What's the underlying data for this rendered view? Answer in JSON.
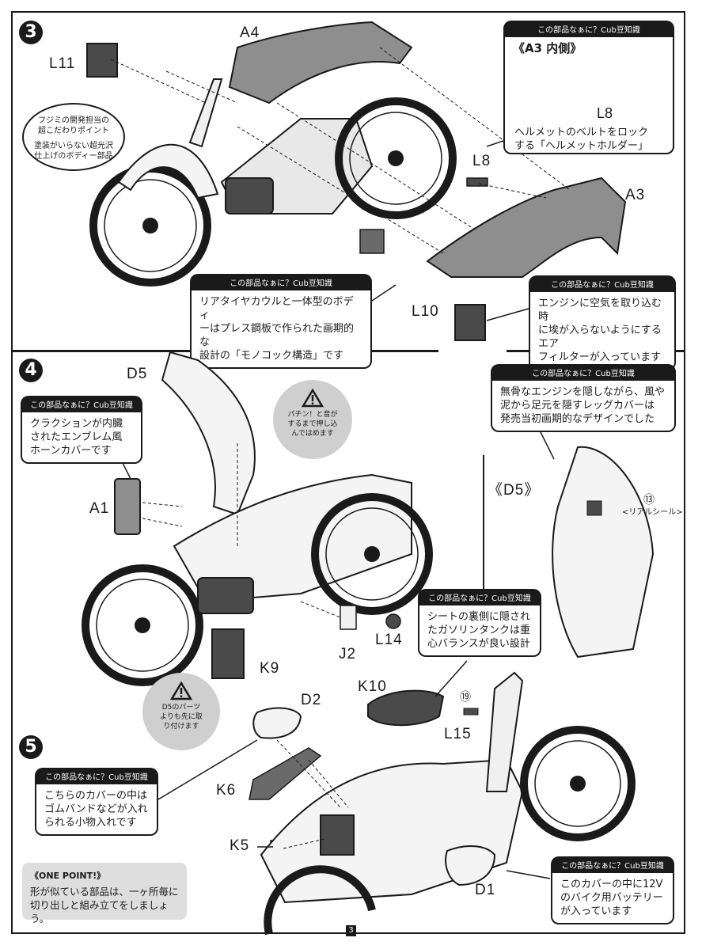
{
  "page_number": "3",
  "step3": {
    "number": "3",
    "labels": {
      "a4": "A4",
      "l11": "L11",
      "l8": "L8",
      "a3": "A3",
      "l10": "L10"
    },
    "note": {
      "line1": "フジミの開発担当の",
      "line2": "超こだわりポイント",
      "line3": "塗装がいらない超光沢",
      "line4": "仕上げのボディー部品"
    },
    "callout_a3": {
      "header": "この部品なぁに？Cub豆知識",
      "title": "《A3 内側》",
      "part": "L8",
      "line1": "ヘルメットのベルトをロック",
      "line2": "する「ヘルメットホルダー」"
    },
    "callout_monocoque": {
      "header": "この部品なぁに？Cub豆知識",
      "line1": "リアタイヤカウルと一体型のボディ",
      "line2": "ーはプレス鋼板で作られた画期的な",
      "line3": "設計の「モノコック構造」です"
    },
    "callout_filter": {
      "header": "この部品なぁに？Cub豆知識",
      "line1": "エンジンに空気を取り込む時",
      "line2": "に埃が入らないようにするエア",
      "line3": "フィルターが入っています"
    }
  },
  "step4": {
    "number": "4",
    "labels": {
      "d5": "D5",
      "a1": "A1",
      "l14": "L14",
      "j2": "J2",
      "k9": "K9",
      "k10": "K10",
      "l15": "L15",
      "d5_detail": "《D5》"
    },
    "warn_top": {
      "line1": "パチン！と音が",
      "line2": "するまで押し込",
      "line3": "んではめます"
    },
    "warn_bottom": {
      "line1": "D5のパーツ",
      "line2": "よりも先に取",
      "line3": "り付けます"
    },
    "seal": {
      "num": "⑬",
      "text": "<リアルシール>"
    },
    "screw": "⑲",
    "callout_horn": {
      "header": "この部品なぁに？Cub豆知識",
      "line1": "クラクションが内臓",
      "line2": "されたエンブレム風",
      "line3": "ホーンカバーです"
    },
    "callout_legcover": {
      "header": "この部品なぁに？Cub豆知識",
      "line1": "無骨なエンジンを隠しながら、風や",
      "line2": "泥から足元を隠すレッグカバーは",
      "line3": "発売当初画期的なデザインでした"
    },
    "callout_tank": {
      "header": "この部品なぁに？Cub豆知識",
      "line1": "シートの裏側に隠され",
      "line2": "たガソリンタンクは重",
      "line3": "心バランスが良い設計"
    }
  },
  "step5": {
    "number": "5",
    "labels": {
      "d2": "D2",
      "k6": "K6",
      "k5": "K5",
      "d1": "D1"
    },
    "callout_box": {
      "header": "この部品なぁに？Cub豆知識",
      "line1": "こちらのカバーの中は",
      "line2": "ゴムバンドなどが入れ",
      "line3": "られる小物入れです"
    },
    "callout_battery": {
      "header": "この部品なぁに？Cub豆知識",
      "line1": "このカバーの中に12V",
      "line2": "のバイク用バッテリー",
      "line3": "が入っています"
    }
  },
  "one_point": {
    "title": "《ONE POINT!》",
    "line1": "形が似ている部品は、一ヶ所毎に",
    "line2": "切り出しと組み立てをしましょう。"
  },
  "colors": {
    "ink": "#1a1a1a",
    "part_gray": "#8e8e8e",
    "light_gray": "#cfcfcf",
    "white": "#ffffff"
  }
}
